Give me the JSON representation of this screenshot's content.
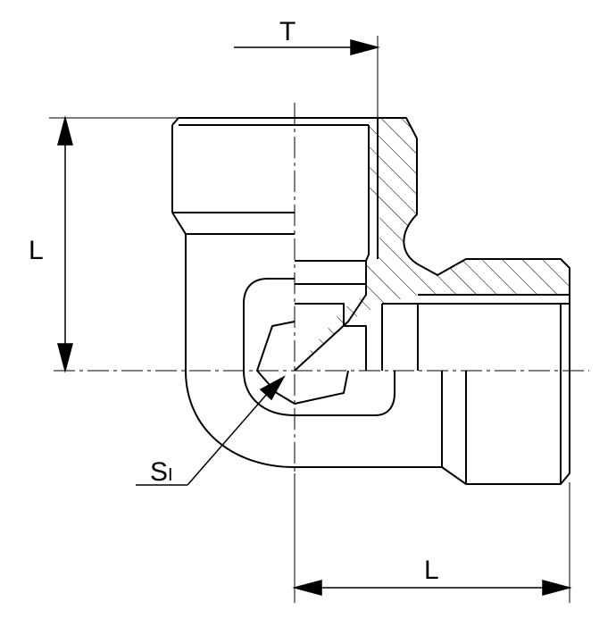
{
  "dimensions": {
    "top": "T",
    "vertical": "L",
    "bottom": "L",
    "leader": "S",
    "leader_subscript": "I"
  },
  "colors": {
    "line": "#000000",
    "hatch": "#000000",
    "background": "#ffffff"
  }
}
